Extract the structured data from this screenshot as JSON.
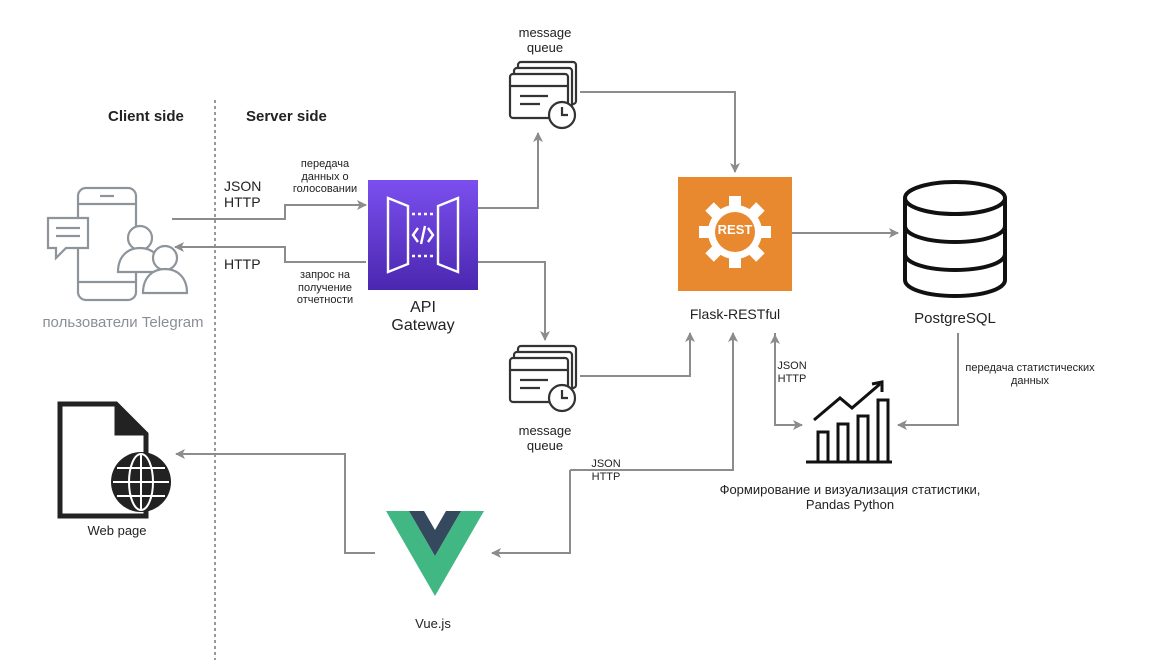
{
  "sections": {
    "client": "Client side",
    "server": "Server side"
  },
  "nodes": {
    "telegram_users": "пользователи Telegram",
    "api_gateway": "API\nGateway",
    "queue_top": "message\nqueue",
    "queue_bottom": "message\nqueue",
    "flask": "Flask-RESTful",
    "rest_badge": "REST",
    "postgres": "PostgreSQL",
    "stats": "Формирование и визуализация статистики,\nPandas Python",
    "web_page": "Web page",
    "vue": "Vue.js"
  },
  "edges": {
    "vote_data": "передача\nданных о\nголосовании",
    "json_http_in": "JSON\nHTTP",
    "http_out": "HTTP",
    "report_request": "запрос на\nполучение\nотчетности",
    "json_http_flask_stats": "JSON\nHTTP",
    "stat_transfer": "передача статистических\nданных",
    "json_http_vue": "JSON\nHTTP"
  },
  "icons": {
    "api_gateway": "api-gateway-icon",
    "queue": "message-queue-icon",
    "flask": "rest-gear-icon",
    "postgres": "database-icon",
    "stats": "bar-chart-trend-icon",
    "web_page": "web-page-globe-icon",
    "vue": "vue-logo-icon",
    "telegram": "mobile-users-icon"
  },
  "colors": {
    "arrow": "#8c8c8c",
    "api_gateway_top": "#6e44e8",
    "api_gateway_bottom": "#4a27b0",
    "rest_orange": "#e8892f",
    "vue_green": "#41b883",
    "vue_dark": "#34495e",
    "icon_gray": "#8e949b",
    "icon_dark": "#333333"
  }
}
